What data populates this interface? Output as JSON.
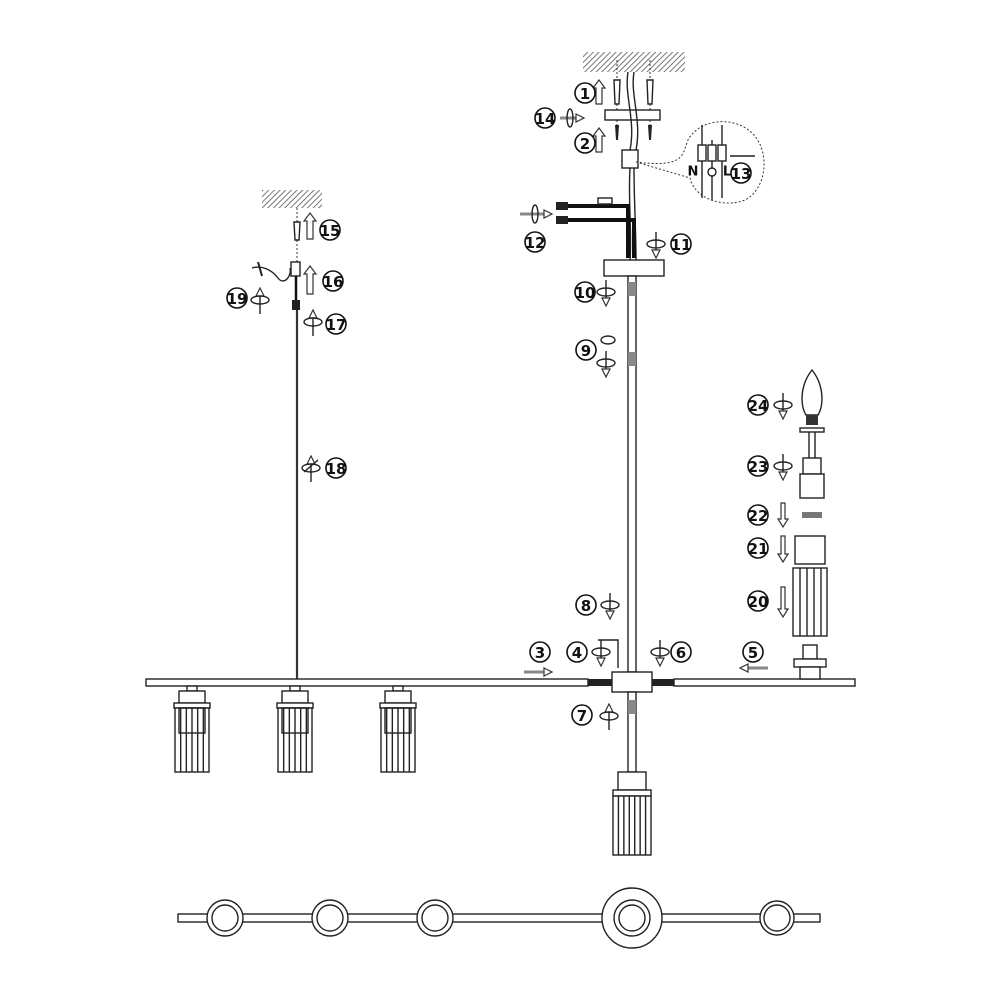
{
  "step_labels": [
    "1",
    "2",
    "3",
    "4",
    "5",
    "6",
    "7",
    "8",
    "9",
    "10",
    "11",
    "12",
    "13",
    "14",
    "15",
    "16",
    "17",
    "18",
    "19",
    "20",
    "21",
    "22",
    "23",
    "24"
  ],
  "wire_labels": {
    "neutral": "N",
    "live": "L"
  },
  "colors": {
    "line": "#222222",
    "background": "#ffffff",
    "hatch": "#555555"
  },
  "parts": {
    "left_suspension": [
      "ceiling",
      "anchor",
      "hook",
      "cable-grip",
      "cable"
    ],
    "right_suspension": [
      "ceiling",
      "mounting-bracket",
      "screws",
      "terminal-block",
      "canopy",
      "rod"
    ],
    "shade_assembly": [
      "bulb",
      "socket",
      "ring",
      "cup",
      "glass-shade",
      "threaded-nipple"
    ],
    "shade_count": 5
  }
}
